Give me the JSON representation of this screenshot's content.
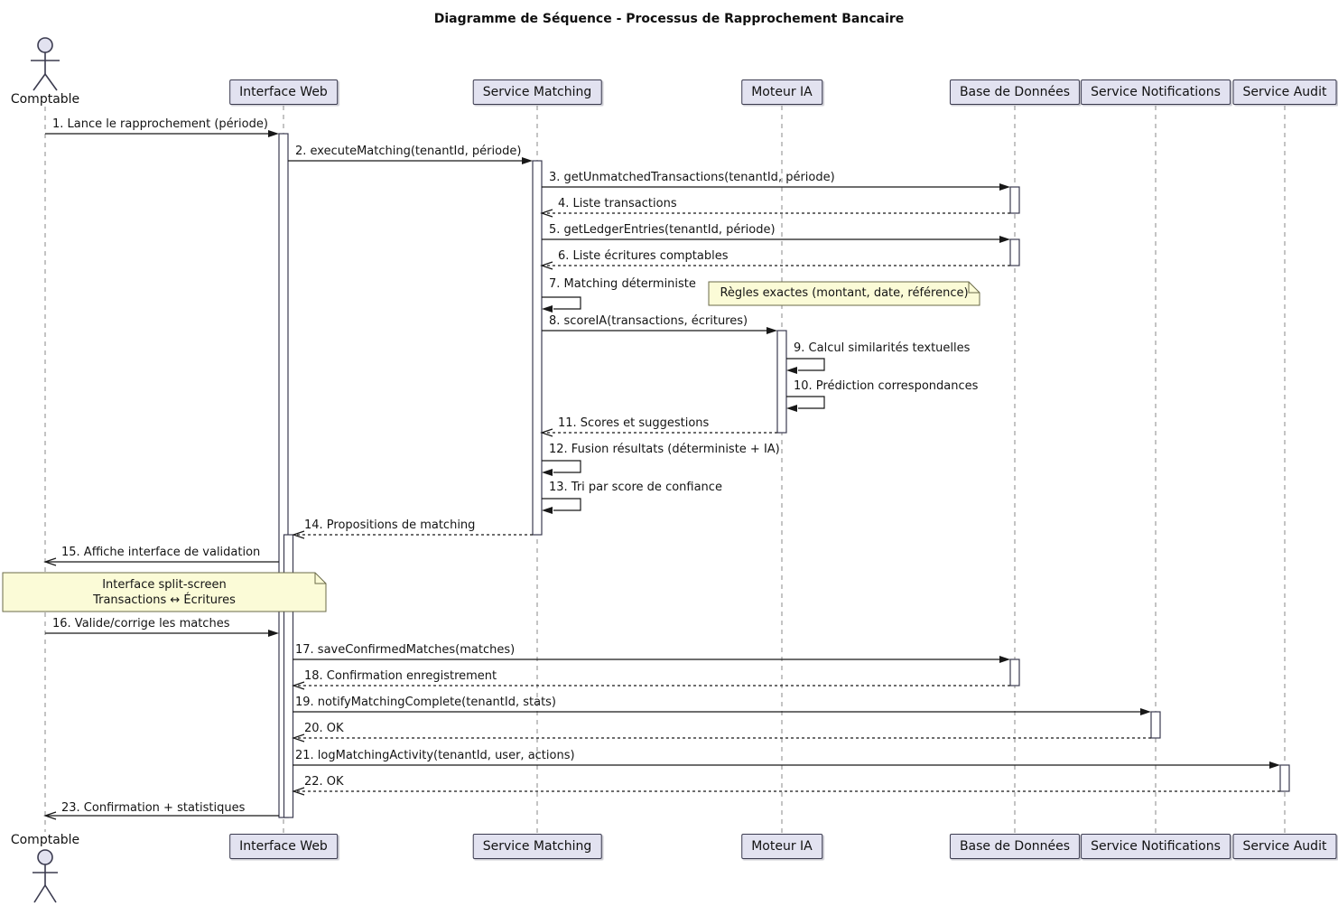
{
  "title": "Diagramme de Séquence - Processus de Rapprochement Bancaire",
  "actor": {
    "name": "Comptable"
  },
  "participants": [
    {
      "label": "Interface Web"
    },
    {
      "label": "Service Matching"
    },
    {
      "label": "Moteur IA"
    },
    {
      "label": "Base de Données"
    },
    {
      "label": "Service Notifications"
    },
    {
      "label": "Service Audit"
    }
  ],
  "messages": [
    {
      "label": "1. Lance le rapprochement (période)",
      "from": "Comptable",
      "to": "Interface Web",
      "kind": "sync"
    },
    {
      "label": "2. executeMatching(tenantId, période)",
      "from": "Interface Web",
      "to": "Service Matching",
      "kind": "sync"
    },
    {
      "label": "3. getUnmatchedTransactions(tenantId, période)",
      "from": "Service Matching",
      "to": "Base de Données",
      "kind": "sync"
    },
    {
      "label": "4. Liste transactions",
      "from": "Base de Données",
      "to": "Service Matching",
      "kind": "return"
    },
    {
      "label": "5. getLedgerEntries(tenantId, période)",
      "from": "Service Matching",
      "to": "Base de Données",
      "kind": "sync"
    },
    {
      "label": "6. Liste écritures comptables",
      "from": "Base de Données",
      "to": "Service Matching",
      "kind": "return"
    },
    {
      "label": "7. Matching déterministe",
      "from": "Service Matching",
      "to": "Service Matching",
      "kind": "self"
    },
    {
      "label": "8. scoreIA(transactions, écritures)",
      "from": "Service Matching",
      "to": "Moteur IA",
      "kind": "sync"
    },
    {
      "label": "9. Calcul similarités textuelles",
      "from": "Moteur IA",
      "to": "Moteur IA",
      "kind": "self"
    },
    {
      "label": "10. Prédiction correspondances",
      "from": "Moteur IA",
      "to": "Moteur IA",
      "kind": "self"
    },
    {
      "label": "11. Scores et suggestions",
      "from": "Moteur IA",
      "to": "Service Matching",
      "kind": "return"
    },
    {
      "label": "12. Fusion résultats (déterministe + IA)",
      "from": "Service Matching",
      "to": "Service Matching",
      "kind": "self"
    },
    {
      "label": "13. Tri par score de confiance",
      "from": "Service Matching",
      "to": "Service Matching",
      "kind": "self"
    },
    {
      "label": "14. Propositions de matching",
      "from": "Service Matching",
      "to": "Interface Web",
      "kind": "return"
    },
    {
      "label": "15. Affiche interface de validation",
      "from": "Interface Web",
      "to": "Comptable",
      "kind": "sync"
    },
    {
      "label": "16. Valide/corrige les matches",
      "from": "Comptable",
      "to": "Interface Web",
      "kind": "sync"
    },
    {
      "label": "17. saveConfirmedMatches(matches)",
      "from": "Interface Web",
      "to": "Base de Données",
      "kind": "sync"
    },
    {
      "label": "18. Confirmation enregistrement",
      "from": "Base de Données",
      "to": "Interface Web",
      "kind": "return"
    },
    {
      "label": "19. notifyMatchingComplete(tenantId, stats)",
      "from": "Interface Web",
      "to": "Service Notifications",
      "kind": "sync"
    },
    {
      "label": "20. OK",
      "from": "Service Notifications",
      "to": "Interface Web",
      "kind": "return"
    },
    {
      "label": "21. logMatchingActivity(tenantId, user, actions)",
      "from": "Interface Web",
      "to": "Service Audit",
      "kind": "sync"
    },
    {
      "label": "22. OK",
      "from": "Service Audit",
      "to": "Interface Web",
      "kind": "return"
    },
    {
      "label": "23. Confirmation + statistiques",
      "from": "Interface Web",
      "to": "Comptable",
      "kind": "reply"
    }
  ],
  "notes": [
    {
      "text": "Règles exactes (montant, date, référence)"
    },
    {
      "line1": "Interface split-screen",
      "line2": "Transactions ↔ Écritures"
    }
  ],
  "colors": {
    "participant_fill": "#E2E2F0",
    "participant_border": "#3b3b4f",
    "note_fill": "#fbfbd7",
    "note_border": "#6b6b49",
    "message_line": "#181818",
    "lifeline": "#8a8a8a"
  }
}
